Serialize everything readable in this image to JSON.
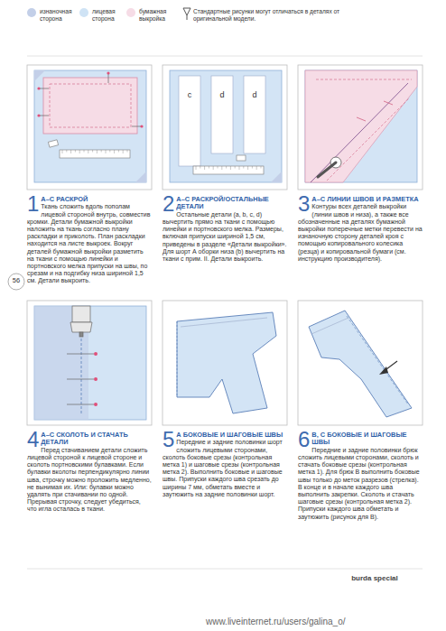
{
  "diagram": {
    "nodes": [
      {
        "text": [
          "1",
          "А–С РАСКРОЙ",
          "Ткань сложить вдоль пополам лицевой стороной внутрь, совместив кромки. Детали бумажной выкройки наложить на ткань согласно плану раскладки и приколоть. План раскладки находится на листе выкроек. Вокруг деталей бумажной выкройки разметить на ткани с помощью линейки и портновского мелка припуски на швы, по срезам и на подгибку низа шириной 1,5 см. Детали выкроить."
        ]
      },
      {
        "text": [
          "2",
          "А–С РАСКРОЙ/ОСТАЛЬНЫЕ ДЕТАЛИ",
          "Остальные детали (a, b, c, d) вычертить прямо на ткани с помощью линейки и портновского мелка. Размеры, включая припуски шириной 1,5 см, приведены в разделе «Детали выкройки». Для шорт А оборки низа (b) вычертить на ткани с прим. II. Детали выкроить."
        ]
      },
      {
        "text": [
          "3",
          "А–С ЛИНИИ ШВОВ И РАЗМЕТКА",
          "Контуры всех деталей выкройки (линии швов и низа), а также все обозначенные на деталях бумажной выкройки поперечные метки перевести на изнаночную сторону деталей кроя с помощью копировального колесика (резца) и копировальной бумаги (см. инструкцию производителя)."
        ]
      },
      {
        "text": [
          "4",
          "А–С СКОЛОТЬ И СТАЧАТЬ ДЕТАЛИ",
          "Перед стачиванием детали сложить лицевой стороной к лицевой стороне и сколоть портновскими булавками. Если булавки вколоты перпендикулярно линии шва, строчку можно проложить медленно, не вынимая их. Или: булавки можно удалять при стачивании по одной. Прерывая строчку, следует убедиться, что игла осталась в ткани."
        ]
      },
      {
        "text": [
          "5",
          "А БОКОВЫЕ И ШАГОВЫЕ ШВЫ",
          "Передние и задние половинки шорт сложить лицевыми сторонами, сколоть боковые срезы (контрольная метка 1) и шаговые срезы (контрольная метка 2). Выполнить боковые и шаговые швы. Припуски каждого шва срезать до ширины 7 мм, обметать вместе и заутюжить на задние половинки шорт."
        ]
      },
      {
        "text": [
          "6",
          "В, С БОКОВЫЕ И ШАГОВЫЕ ШВЫ",
          "Передние и задние половинки брюк сложить лицевыми сторонами, сколоть и стачать боковые срезы (контрольная метка 1). Для брюк В выполнить боковые швы только до меток разрезов (стрелка). В конце и в начале каждого шва выполнить закрепки. Сколоть и стачать шаговые срезы (контрольная метка 2). Припуски каждого шва обметать и заутюжить (рисунок для В)."
        ]
      }
    ],
    "labels": [
      "Стандартные рисунки могут отличаться в деталях от оригинальной модели.",
      "c",
      "d",
      "d",
      "56",
      "burda special",
      "www.liveinternet.ru/users/galina_o/"
    ],
    "legend": [
      {
        "text": "изнаночная сторона",
        "color": "#c3cfe8"
      },
      {
        "text": "лицевая сторона",
        "color": "#cfe3f5"
      },
      {
        "text": "бумажная выкройка",
        "color": "#f6dce6"
      }
    ]
  }
}
